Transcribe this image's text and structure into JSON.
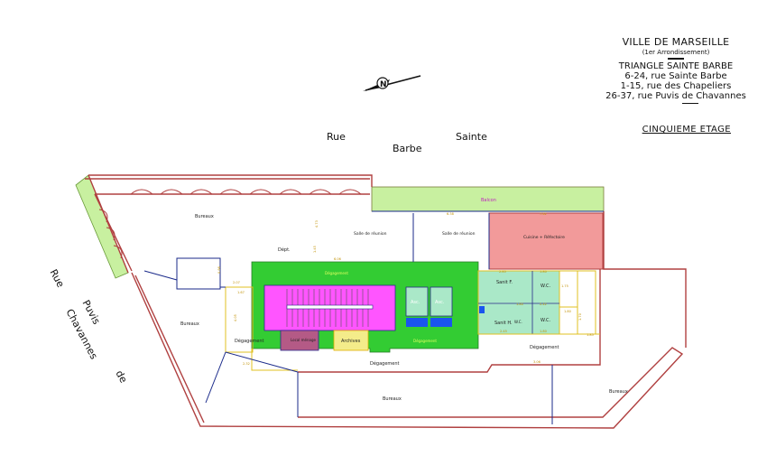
{
  "title_block": {
    "city": "VILLE DE MARSEILLE",
    "arrondissement": "(1er Arrondissement)",
    "site": "TRIANGLE SAINTE BARBE",
    "address_1": "6-24, rue Sainte Barbe",
    "address_2": "1-15, rue des Chapeliers",
    "address_3": "26-37, rue Puvis de Chavannes",
    "floor": "CINQUIEME ETAGE"
  },
  "streets": {
    "rue": "Rue",
    "sainte": "Sainte",
    "barbe": "Barbe",
    "puvis_rue": "Rue",
    "puvis": "Puvis",
    "chavannes": "Chavannes",
    "de": "de"
  },
  "compass": {
    "letter": "N"
  },
  "rooms": {
    "bureaux_nw": "Bureaux",
    "dept": "Dépt.",
    "salle_reunion_1": "Salle de réunion",
    "salle_reunion_2": "Salle de réunion",
    "balcon": "Balcon",
    "cuisine": "Cuisine + Réfectoire",
    "sanit_f": "Sanit F.",
    "wc_1": "W.C.",
    "wc_2": "W.C.",
    "wc_3": "W.C.",
    "sanit_h": "Sanit H.",
    "asc_1": "Asc.",
    "asc_2": "Asc.",
    "degagement_green_top": "Dégagement",
    "degagement_green_bottom": "Dégagement",
    "degagement_left": "Dégagement",
    "local_menage": "Local ménage",
    "archives": "Archives",
    "degagement_center": "Dégagement",
    "degagement_right": "Dégagement",
    "bureaux_left": "Bureaux",
    "bureaux_bottom": "Bureaux",
    "bureaux_right": "Bureaux"
  },
  "dimensions": {
    "d1": "4.73",
    "d2": "1.45",
    "d3": "6.06",
    "d4": "6.38",
    "d5": "7.62",
    "d6": "1.67",
    "d7": "2.85",
    "d8": "1.80",
    "d9": "1.80",
    "d10": "2.42",
    "d11": "1.80",
    "d12": "2.45",
    "d13": "1.75",
    "d14": "1.70",
    "d15": "1.85",
    "d16": "2.07",
    "d17": "3.06",
    "d18": "0.98",
    "d19": "4.05",
    "d20": "1.80",
    "d21": "2.32"
  },
  "colors": {
    "wall": "#b04040",
    "wall_blue": "#1a2a8a",
    "balcony": "#c8f0a0",
    "circulation": "#33cc33",
    "kitchen": "#f29a9a",
    "stair": "#ff55ff",
    "sanitary": "#aae8c8",
    "lift_pad": "#1a55ee",
    "local_menage": "#b45a86",
    "archives": "#f4ec8a",
    "label_yellow": "#e0b000"
  }
}
